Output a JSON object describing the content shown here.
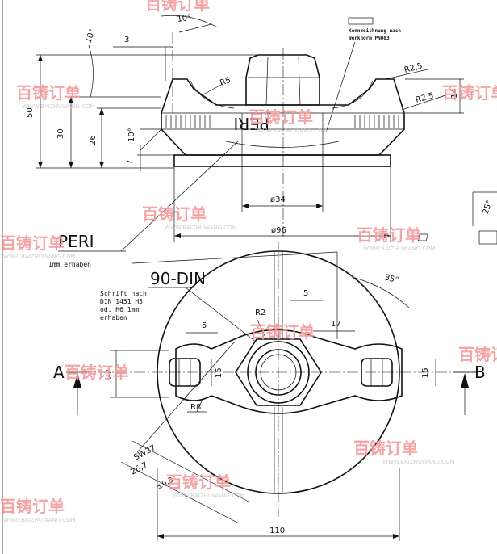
{
  "side_view": {
    "angle_top_1": "10°",
    "angle_top_2": "10°",
    "dim_3": "3",
    "dim_50": "50",
    "dim_30": "30",
    "dim_26": "26",
    "dim_7": "7",
    "angle_left": "10°",
    "radius_r5": "R5",
    "radius_r25_a": "R2,5",
    "radius_r25_b": "R2,5",
    "dim_14": "14",
    "embossed_text": "PERI",
    "dia_34": "ø34",
    "dia_96": "ø96",
    "marking_note_line1": "Kennzeichnung nach",
    "marking_note_line2": "Werknorm PN003"
  },
  "labels": {
    "peri_big": "PERI",
    "peri_sub": "1mm erhaben",
    "din_label": "90-DIN",
    "schrift_1": "Schrift nach",
    "schrift_2": "DIN 1451 H5",
    "schrift_3": "od. H6 1mm",
    "schrift_4": "erhaben"
  },
  "top_view": {
    "angle_35": "35°",
    "dim_5_top": "5",
    "radius_r2": "R2",
    "dim_5_left": "5",
    "dim_17": "17",
    "dim_22": "22",
    "dim_15_left": "15",
    "dim_15_right": "15",
    "radius_r8": "R8",
    "sw_label": "SW27",
    "dim_267": "26,7",
    "tol": "±0,3",
    "dim_110": "110",
    "section_a": "A",
    "section_b": "B"
  },
  "edge": {
    "angle_25": "25°"
  },
  "watermark": {
    "brand": "百铸订单",
    "url": "WWW.BAIZHUWANG.COM"
  }
}
